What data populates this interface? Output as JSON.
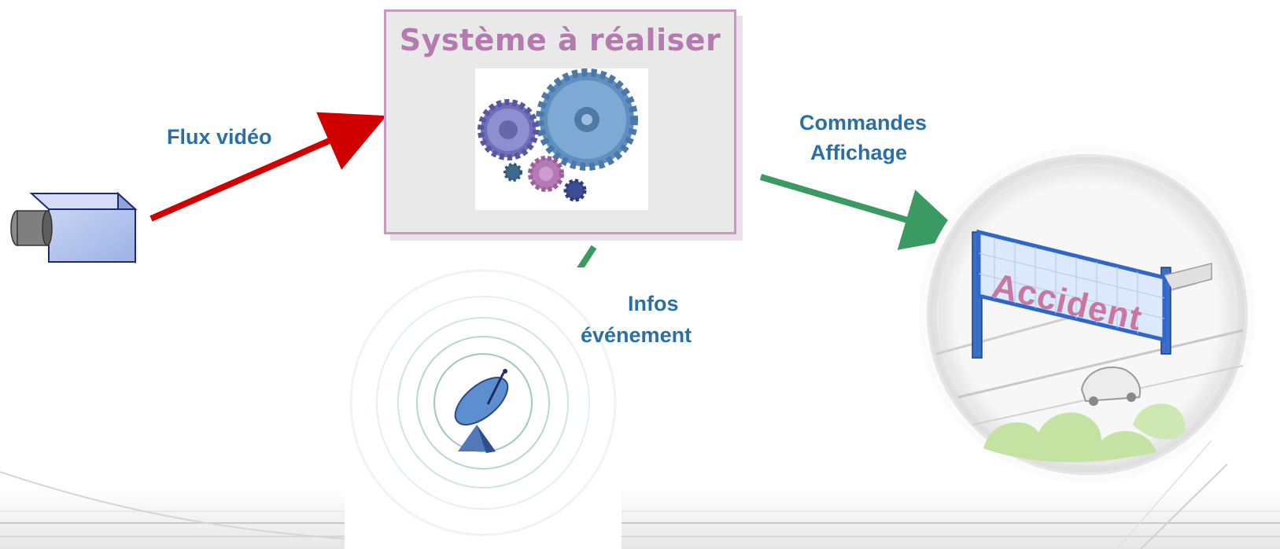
{
  "system": {
    "title": "Système à réaliser"
  },
  "flows": {
    "video_in": "Flux vidéo",
    "commands_line1": "Commandes",
    "commands_line2": "Affichage",
    "info_line1": "Infos",
    "info_line2": "événement"
  },
  "sign": {
    "text": "Accident"
  },
  "colors": {
    "input_arrow": "#d10000",
    "output_arrow": "#3a9a62",
    "label_text": "#2a6fa6",
    "system_border": "#c79ac4",
    "system_title": "#b57bb0",
    "sign_text": "#c8789e"
  },
  "icons": [
    "video-camera-icon",
    "gears-icon",
    "satellite-dish-icon",
    "highway-sign-icon"
  ]
}
